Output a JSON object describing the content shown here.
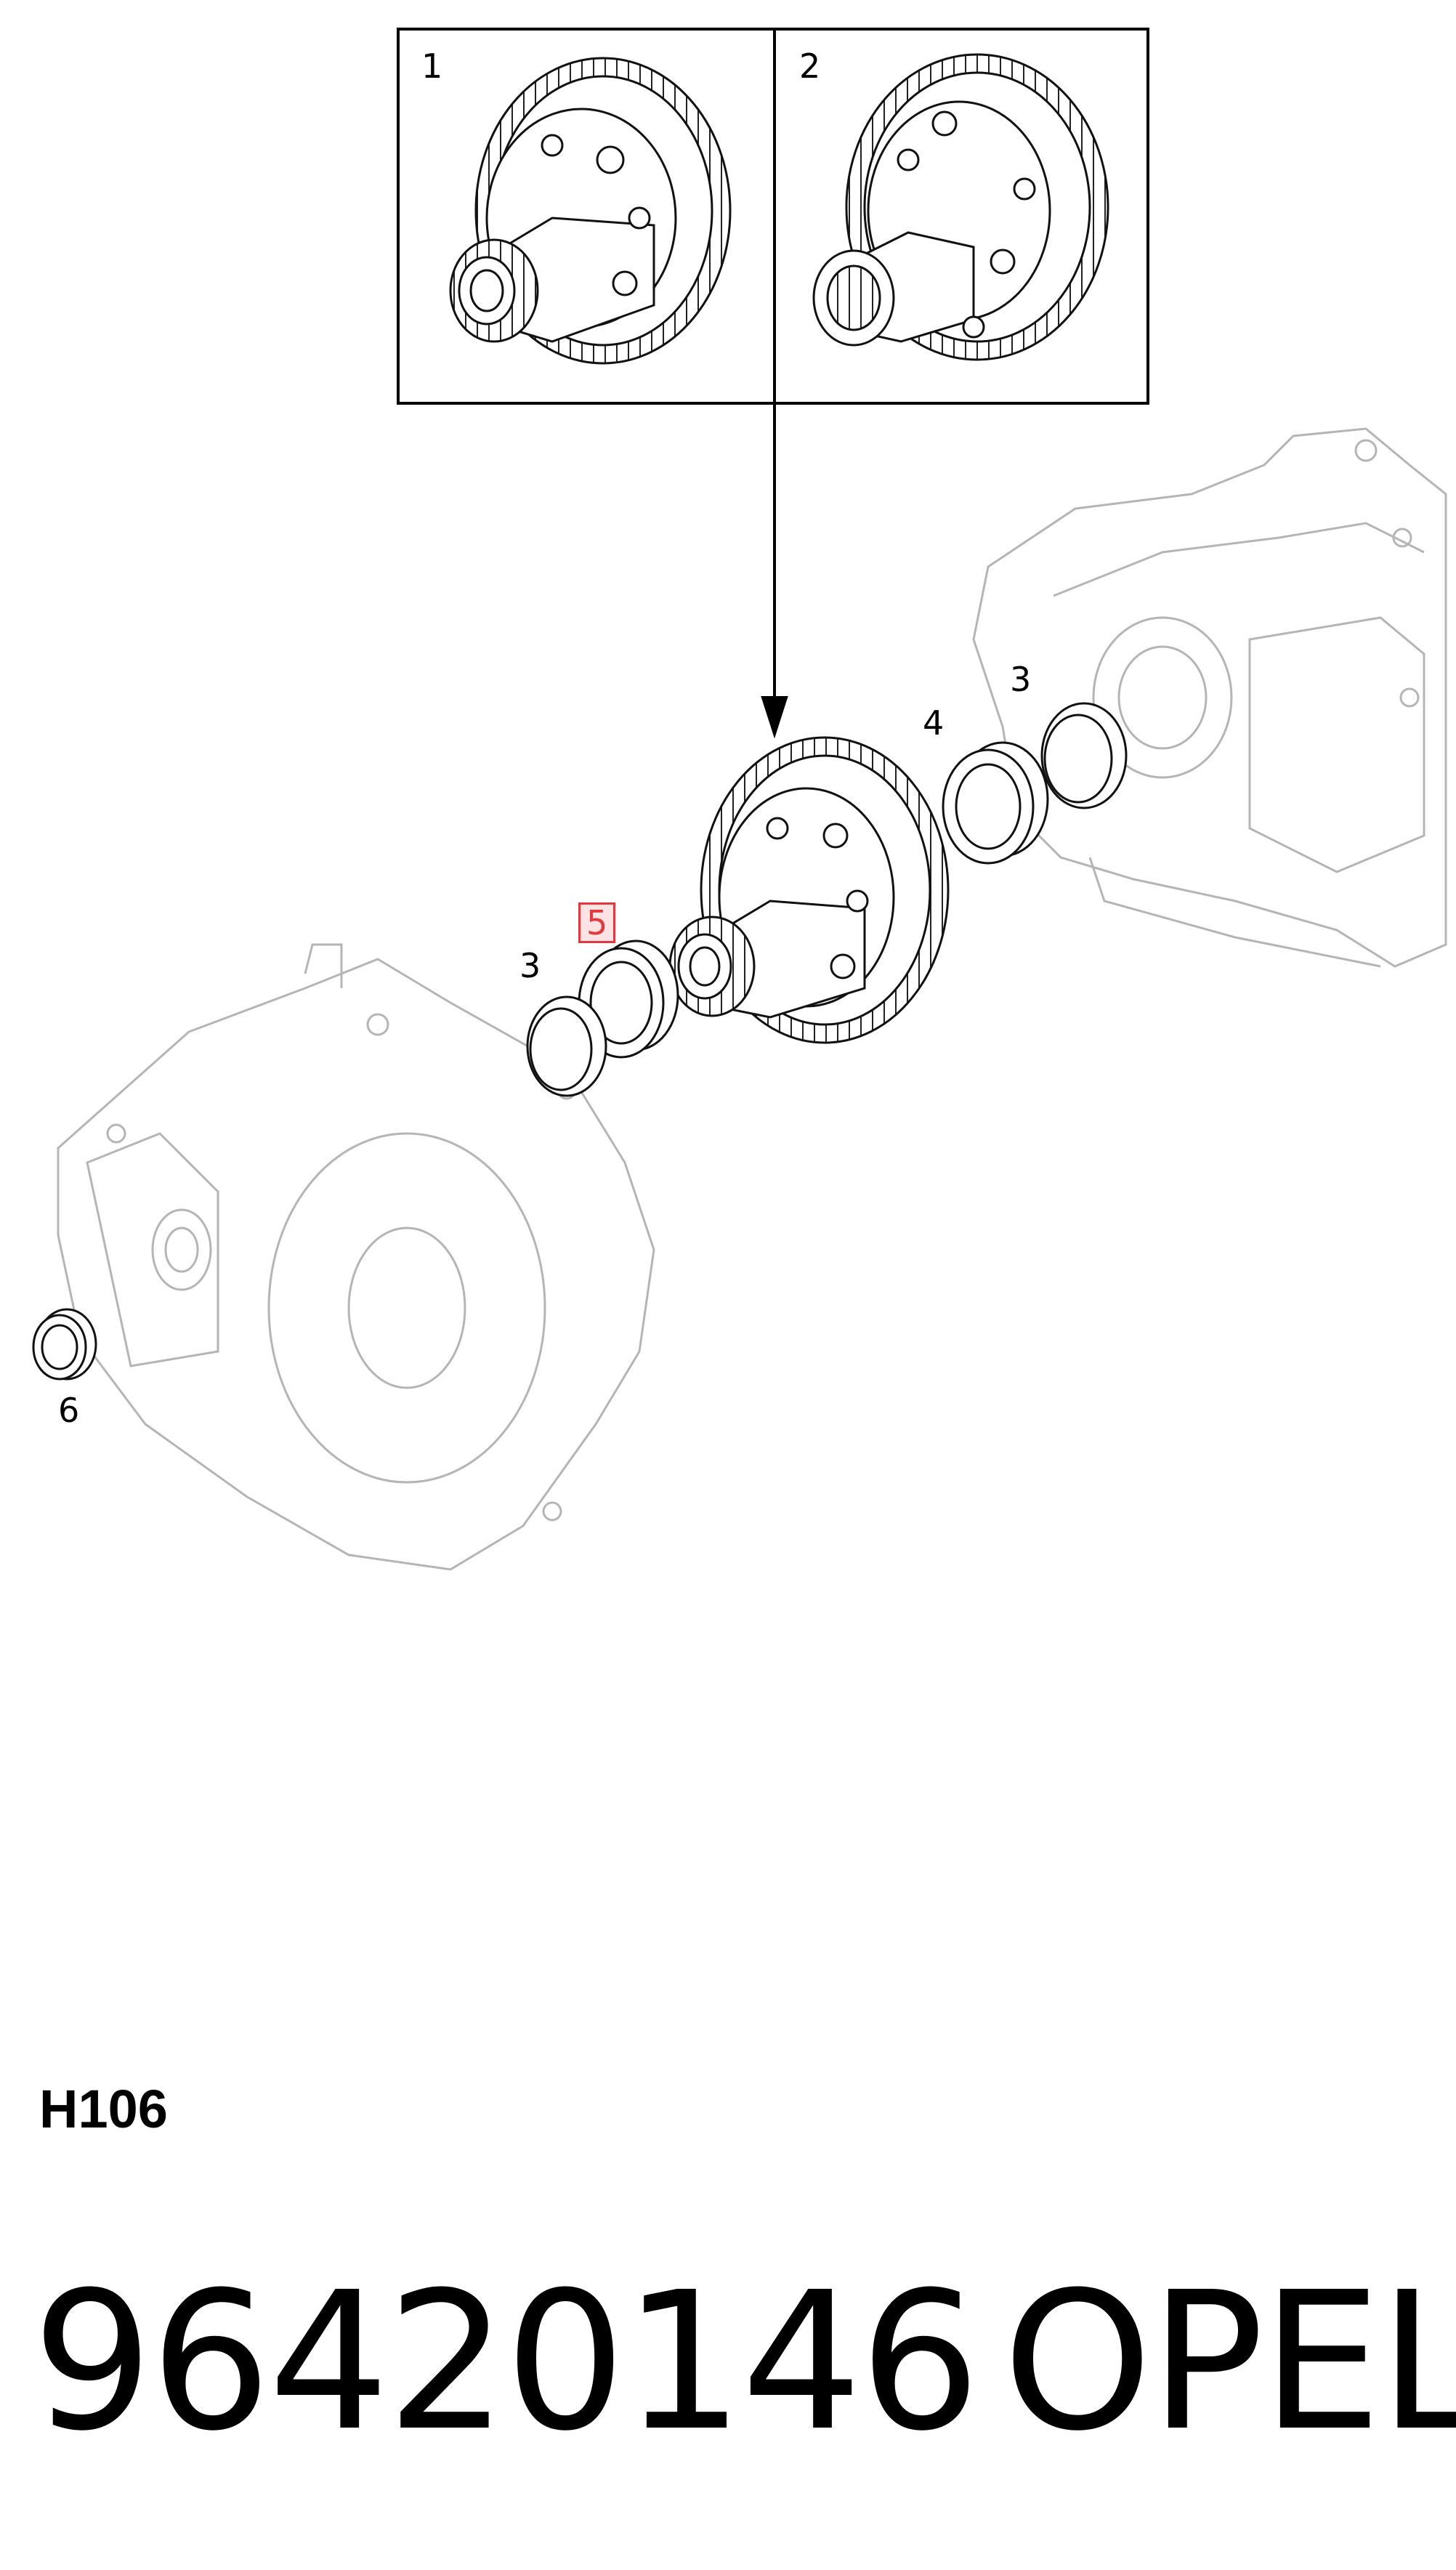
{
  "callouts": {
    "inset_1": "1",
    "inset_2": "2",
    "bearing_cup_left": "3",
    "bearing_cup_right": "3",
    "bearing_right": "4",
    "bearing_left": "5",
    "seal": "6"
  },
  "highlight_color": "#e0393e",
  "diagram_code": "H106",
  "part_number": "96420146",
  "brand": "OPEL"
}
